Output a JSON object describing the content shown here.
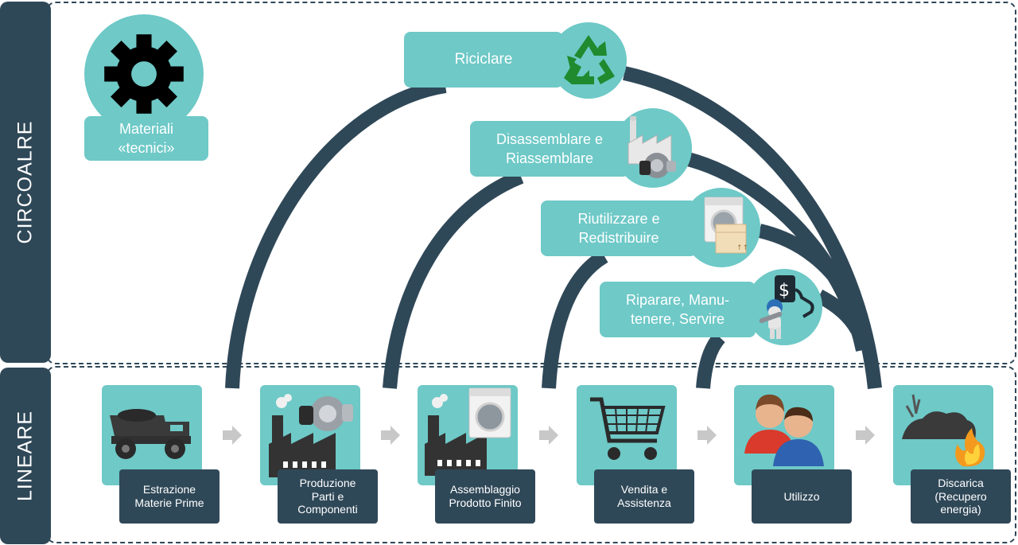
{
  "sidebar": {
    "top_label": "CIRCOALRE",
    "bottom_label": "LINEARE"
  },
  "materials": {
    "label_line1": "Materiali",
    "label_line2": "«tecnici»",
    "icon": "gear-icon"
  },
  "loops": [
    {
      "label_line1": "Riciclare",
      "label_line2": "",
      "icon": "recycle-icon"
    },
    {
      "label_line1": "Disassemblare e",
      "label_line2": "Riassemblare",
      "icon": "factory-icon"
    },
    {
      "label_line1": "Riutilizzare e",
      "label_line2": "Redistribuire",
      "icon": "washer-box-icon"
    },
    {
      "label_line1": "Riparare, Manu-",
      "label_line2": "tenere, Servire",
      "icon": "repair-icon"
    }
  ],
  "steps": [
    {
      "line1": "Estrazione",
      "line2": "Materie Prime",
      "line3": "",
      "icon": "mining-truck-icon"
    },
    {
      "line1": "Produzione",
      "line2": "Parti e",
      "line3": "Componenti",
      "icon": "factory-parts-icon"
    },
    {
      "line1": "Assemblaggio",
      "line2": "Prodotto Finito",
      "line3": "",
      "icon": "factory-washer-icon"
    },
    {
      "line1": "Vendita e",
      "line2": "Assistenza",
      "line3": "",
      "icon": "shopping-cart-icon"
    },
    {
      "line1": "Utilizzo",
      "line2": "",
      "line3": "",
      "icon": "users-icon"
    },
    {
      "line1": "Discarica",
      "line2": "(Recupero",
      "line3": "energia)",
      "icon": "landfill-fire-icon"
    }
  ],
  "colors": {
    "navy": "#2f4858",
    "teal": "#6ec9c7",
    "arrow_gray": "#c8c8c8"
  }
}
